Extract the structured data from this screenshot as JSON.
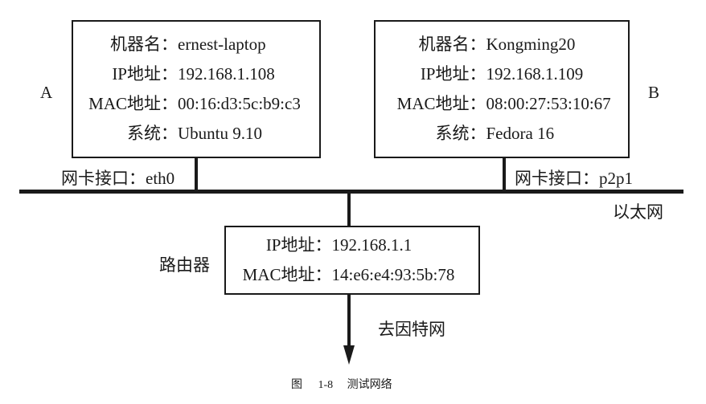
{
  "host_a": {
    "tag": "A",
    "rows": [
      {
        "label": "机器名：",
        "value": "ernest-laptop"
      },
      {
        "label": "IP地址：",
        "value": "192.168.1.108"
      },
      {
        "label": "MAC地址：",
        "value": "00:16:d3:5c:b9:c3"
      },
      {
        "label": "系统：",
        "value": "Ubuntu 9.10"
      }
    ],
    "interface": "网卡接口：eth0"
  },
  "host_b": {
    "tag": "B",
    "rows": [
      {
        "label": "机器名：",
        "value": "Kongming20"
      },
      {
        "label": "IP地址：",
        "value": "192.168.1.109"
      },
      {
        "label": "MAC地址：",
        "value": "08:00:27:53:10:67"
      },
      {
        "label": "系统：",
        "value": "Fedora 16"
      }
    ],
    "interface": "网卡接口：p2p1"
  },
  "ethernet_label": "以太网",
  "router": {
    "name": "路由器",
    "rows": [
      {
        "label": "IP地址：",
        "value": "192.168.1.1"
      },
      {
        "label": "MAC地址：",
        "value": "14:e6:e4:93:5b:78"
      }
    ]
  },
  "internet_label": "去因特网",
  "caption": {
    "figure": "图",
    "number": "1-8",
    "title": "测试网络"
  }
}
